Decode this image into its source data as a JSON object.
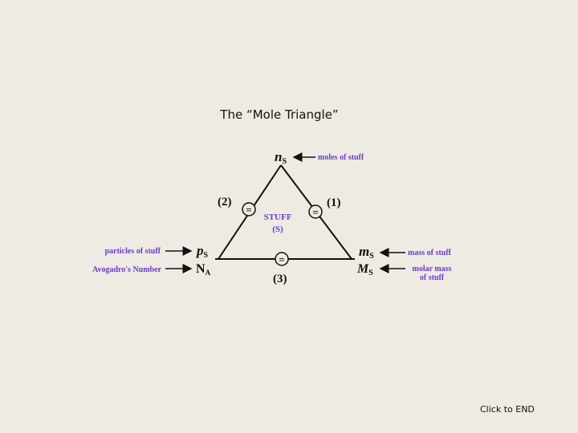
{
  "slide": {
    "title": "The “Mole Triangle”",
    "end_link": "Click to END"
  },
  "diagram": {
    "center_label_line1": "STUFF",
    "center_label_line2": "(S)",
    "apex_symbol_main": "n",
    "apex_symbol_sub": "S",
    "apex_note": "moles of stuff",
    "left_symbol_top_main": "p",
    "left_symbol_top_sub": "S",
    "left_symbol_bottom_main": "N",
    "left_symbol_bottom_sub": "A",
    "left_note_top": "particles of stuff",
    "left_note_bottom": "Avogadro's Number",
    "right_symbol_top_main": "m",
    "right_symbol_top_sub": "S",
    "right_symbol_bottom_main": "M",
    "right_symbol_bottom_sub": "S",
    "right_note_top": "mass of stuff",
    "right_note_bottom_line1": "molar mass",
    "right_note_bottom_line2": "of stuff",
    "relation_left": "(2)",
    "relation_right": "(1)",
    "relation_bottom": "(3)",
    "equals_symbol": "=",
    "colors": {
      "background": "#eeebe2",
      "accent": "#6b3bd6",
      "line": "#111111"
    }
  }
}
